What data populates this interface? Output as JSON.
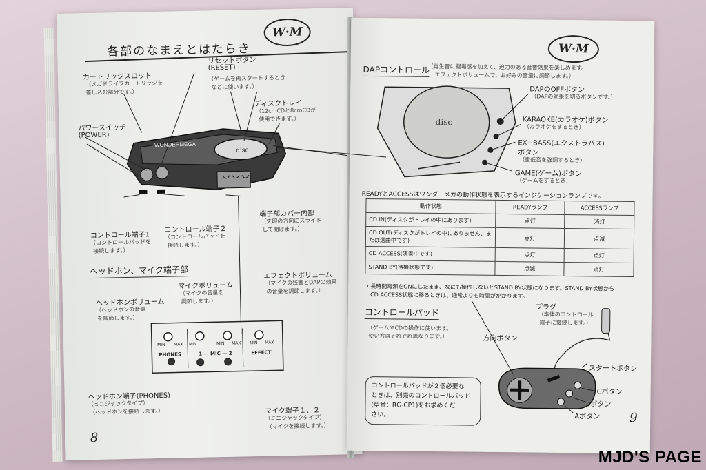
{
  "left": {
    "title": "各部のなまえとはたらき",
    "logo": "W·M",
    "page_number": "8",
    "labels": {
      "cart_title": "カートリッジスロット",
      "cart_desc1": "（メガドライブカートリッジを",
      "cart_desc2": "差し込む部分です。）",
      "reset_title": "リセットボタン",
      "reset_sub": "(RESET)",
      "reset_desc1": "（ゲームを再スタートするとき",
      "reset_desc2": "などに使います。）",
      "disk_title": "ディスクトレイ",
      "disk_desc1": "（12cmCDと8cmCDが",
      "disk_desc2": "使用できます。）",
      "power_title": "パワースイッチ",
      "power_sub": "(POWER)",
      "ctrl1_title": "コントロール端子1",
      "ctrl1_desc1": "（コントロールパッドを",
      "ctrl1_desc2": "接続します。）",
      "ctrl2_title": "コントロール端子２",
      "ctrl2_desc1": "（コントロールパッドを",
      "ctrl2_desc2": "接続します。）",
      "cover_title": "端子部カバー内部",
      "cover_desc1": "（矢印の方向にスライド",
      "cover_desc2": "して開けます。）",
      "device_brand": "WONDERMEGA",
      "disc_label": "disc"
    },
    "section_heading": "ヘッドホン、マイク端子部",
    "panel": {
      "phones_vol_title": "ヘッドホンボリューム",
      "phones_vol_desc1": "（ヘッドホンの音量",
      "phones_vol_desc2": "を調節します。）",
      "mic_vol_title": "マイクボリューム",
      "mic_vol_desc1": "（マイクの音量を",
      "mic_vol_desc2": "調節します。）",
      "effect_title": "エフェクトボリューム",
      "effect_desc1": "（マイクの残響とDAPの効果",
      "effect_desc2": "の音量を調節します。）",
      "min": "MIN",
      "max": "MAX",
      "phones": "PHONES",
      "mic": "1 — MIC — 2",
      "effect": "EFFECT",
      "jack_title": "ヘッドホン端子(PHONES)",
      "jack_sub": "（ミニジャックタイプ）",
      "jack_desc": "（ヘッドホンを接続します。）",
      "mic_jack_title": "マイク端子１、２",
      "mic_jack_sub": "（ミニジャックタイプ）",
      "mic_jack_desc": "（マイクを接続します。）"
    }
  },
  "right": {
    "logo": "W·M",
    "page_number": "9",
    "dap_heading": "DAPコントロール",
    "dap_desc1": "（再生音に擬場感を加えて、迫力のある音響効果を楽しめます。",
    "dap_desc2": "エフェクトボリュームで、お好みの音量に調節します。）",
    "dap_disc": "disc",
    "dap_labels": {
      "off_title": "DAPのOFFボタン",
      "off_desc": "（DAPの効果を切るボタンです。）",
      "karaoke_title": "KARAOKE(カラオケ)ボタン",
      "karaoke_desc": "（カラオケをするとき）",
      "exbass_title": "EX−BASS(エクストラバス)",
      "exbass_title2": "ボタン",
      "exbass_desc": "（重低音を強調するとき）",
      "game_title": "GAME(ゲーム)ボタン",
      "game_desc": "（ゲームをするとき）"
    },
    "ready_text": "READYとACCESSはワンダーメガの動作状態を表示するインジケーションランプです。",
    "table": {
      "headers": [
        "動作状態",
        "READYランプ",
        "ACCESSランプ"
      ],
      "rows": [
        [
          "CD IN(ディスクがトレイの中にあります)",
          "点灯",
          "消灯"
        ],
        [
          "CD OUT(ディスクがトレイの中にありません、または選曲中です)",
          "点灯",
          "点滅"
        ],
        [
          "CD ACCESS(演奏中です)",
          "点灯",
          "点灯"
        ],
        [
          "STAND BY(待機状態です)",
          "点滅",
          "消灯"
        ]
      ]
    },
    "note1": "・長時間電源をONにしたまま、なにも操作しないとSTAND BY状態になります。STAND BY状態から",
    "note2": "CD ACCESS状態に移るときは、通常よりも時間がかかります。",
    "pad_heading": "コントロールパッド",
    "pad_desc1": "（ゲームやCDの操作に使います。",
    "pad_desc2": "使い方はそれぞれ異なります。）",
    "pad_labels": {
      "dir": "方向ボタン",
      "plug": "プラグ",
      "plug_desc1": "（本体のコントロール",
      "plug_desc2": "端子に接続します。）",
      "start": "スタートボタン",
      "c": "Cボタン",
      "b": "Bボタン",
      "a": "Aボタン"
    },
    "box_text1": "コントロールパッドが２個必要な",
    "box_text2": "ときは、別売のコントロールパッド",
    "box_text3": "(型番：RG-CP1)をお求めくだ",
    "box_text4": "さい。"
  },
  "watermark": "MJD'S PAGE"
}
